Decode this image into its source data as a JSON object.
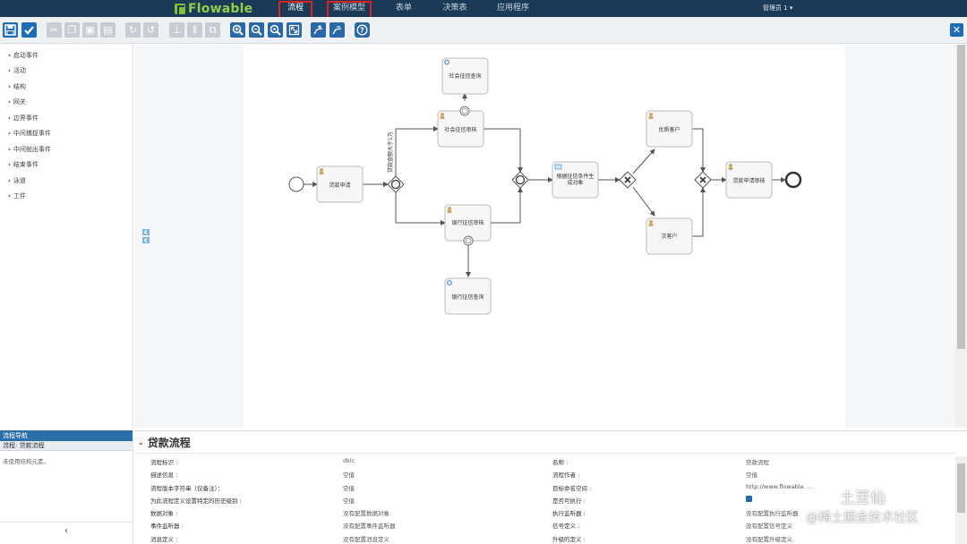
{
  "nav": {
    "logo": "Flowable",
    "tabs": [
      "流程",
      "案例模型",
      "表单",
      "决策表",
      "应用程序"
    ],
    "user": "管理员 1 ▾"
  },
  "toolbar": {
    "icons": [
      "save-icon",
      "validate-icon",
      "cut-icon",
      "copy-icon",
      "paste-icon",
      "delete-icon",
      "redo-icon",
      "undo-icon",
      "align-vertical-icon",
      "align-horizontal-icon",
      "same-size-icon",
      "zoom-in-icon",
      "zoom-out-icon",
      "zoom-actual-icon",
      "zoom-fit-icon",
      "bend-add-icon",
      "bend-remove-icon",
      "help-icon"
    ]
  },
  "palette": {
    "items": [
      "启动事件",
      "活动",
      "结构",
      "网关",
      "边界事件",
      "中间捕捉事件",
      "中间抛出事件",
      "结束事件",
      "泳道",
      "工件"
    ]
  },
  "diagram": {
    "tasks": {
      "loan_apply": "贷款申请",
      "social_review": "社会征信审核",
      "social_query": "社会征信查询",
      "bank_review": "银行征信审核",
      "bank_query": "银行征信查询",
      "gen_object": [
        "根据征信条件生",
        "成对象"
      ],
      "good_customer": "优质客户",
      "sub_customer": "次客户",
      "loan_approve": "贷款申请审核"
    },
    "flow_label": "贷款金额大于1万"
  },
  "navigator": {
    "title": "流程导航",
    "subtitle": "流程: 贷款流程",
    "empty": "未使用结构元素。"
  },
  "properties": {
    "title": "贷款流程",
    "left": [
      {
        "label": "流程标识 :",
        "value": "dklc"
      },
      {
        "label": "描述信息 :",
        "value": "空值"
      },
      {
        "label": "流程版本字符串（仅备注）：",
        "value": "空值"
      },
      {
        "label": "为此流程定义设置特定的历史级别 :",
        "value": "空值"
      },
      {
        "label": "数据对象 :",
        "value": "没有配置数据对象"
      },
      {
        "label": "事件监听器 :",
        "value": "没有配置事件监听器"
      },
      {
        "label": "消息定义 :",
        "value": "没有配置消息定义"
      }
    ],
    "right": [
      {
        "label": "名称 :",
        "value": "贷款流程"
      },
      {
        "label": "流程作者 :",
        "value": "空值"
      },
      {
        "label": "目标命名空间 :",
        "value": "http://www.flowable. ..."
      },
      {
        "label": "是否可执行 :",
        "value": ""
      },
      {
        "label": "执行监听器 :",
        "value": "没有配置执行监听器"
      },
      {
        "label": "信号定义 :",
        "value": "没有配置信号定义"
      },
      {
        "label": "升级的定义 :",
        "value": "没有配置升级定义"
      }
    ]
  },
  "watermark": {
    "line1": "土豆仙",
    "line2": "@稀土掘金技术社区"
  }
}
